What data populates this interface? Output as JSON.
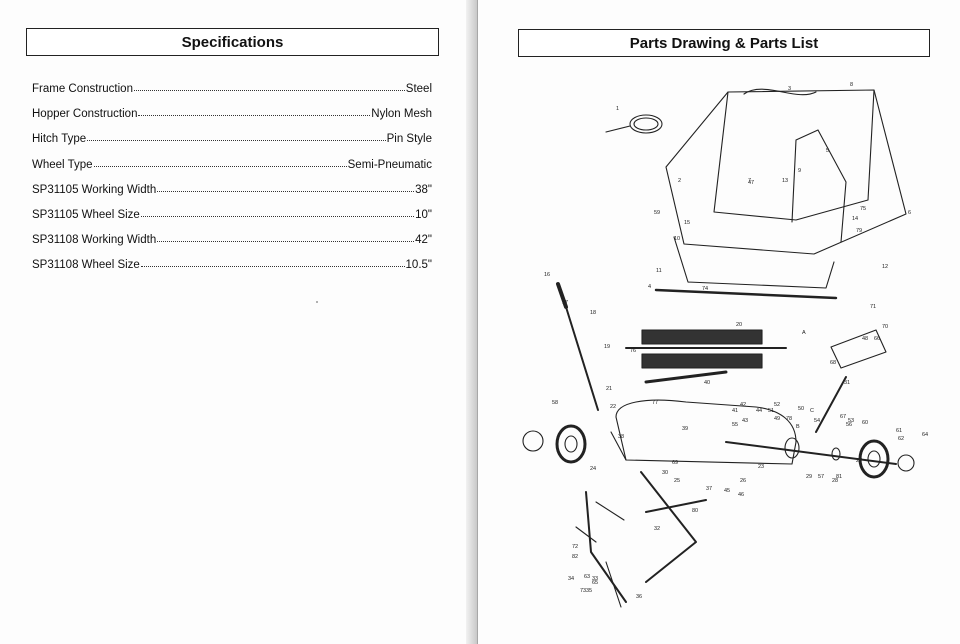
{
  "left_page": {
    "title": "Specifications",
    "specs": [
      {
        "label": "Frame Construction",
        "value": "Steel"
      },
      {
        "label": "Hopper Construction",
        "value": "Nylon Mesh"
      },
      {
        "label": "Hitch Type",
        "value": "Pin Style"
      },
      {
        "label": "Wheel Type",
        "value": "Semi-Pneumatic"
      },
      {
        "label": "SP31105 Working Width",
        "value": "38\""
      },
      {
        "label": "SP31105 Wheel Size",
        "value": "10\""
      },
      {
        "label": "SP31108 Working Width",
        "value": "42\""
      },
      {
        "label": "SP31108 Wheel Size",
        "value": "10.5\""
      }
    ]
  },
  "right_page": {
    "title": "Parts Drawing & Parts List",
    "callouts": [
      "1",
      "2",
      "3",
      "4",
      "5",
      "6",
      "7",
      "8",
      "9",
      "10",
      "11",
      "12",
      "13",
      "14",
      "15",
      "16",
      "17",
      "18",
      "19",
      "20",
      "21",
      "22",
      "23",
      "24",
      "25",
      "26",
      "27",
      "28",
      "29",
      "30",
      "31",
      "32",
      "33",
      "34",
      "35",
      "36",
      "37",
      "38",
      "39",
      "40",
      "41",
      "42",
      "43",
      "44",
      "45",
      "46",
      "47",
      "48",
      "49",
      "50",
      "51",
      "52",
      "53",
      "54",
      "55",
      "56",
      "57",
      "58",
      "59",
      "60",
      "61",
      "62",
      "63",
      "64",
      "65",
      "66",
      "67",
      "68",
      "69",
      "70",
      "71",
      "72",
      "73",
      "74",
      "75",
      "76",
      "77",
      "78",
      "79",
      "80",
      "81",
      "82",
      "A",
      "B",
      "C"
    ]
  }
}
